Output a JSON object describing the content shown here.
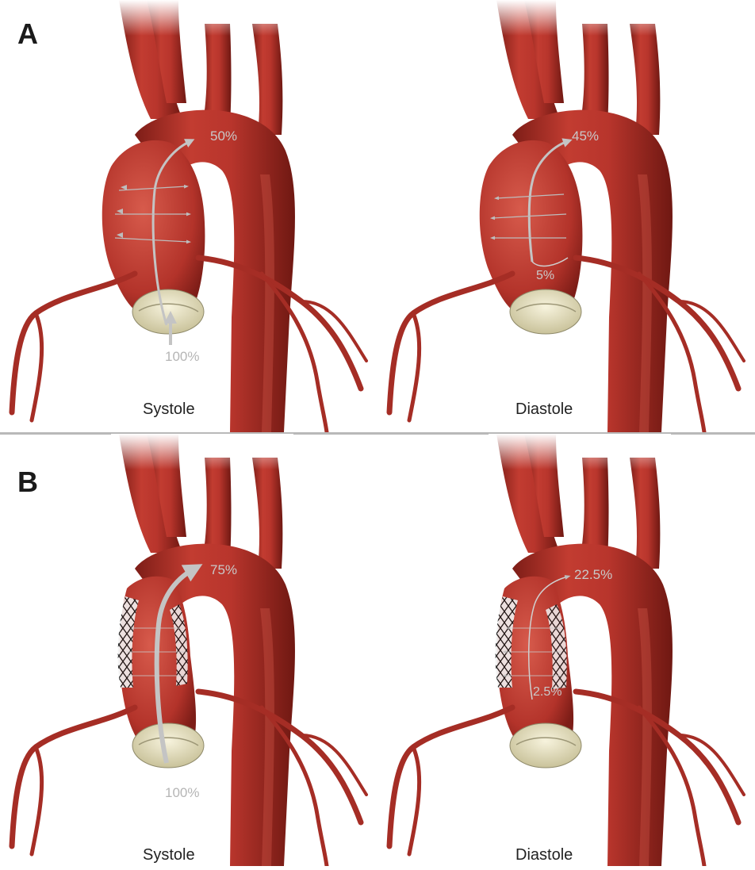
{
  "panels": [
    {
      "letter": "A",
      "left": {
        "phase": "Systole",
        "inflow": "100%",
        "outflow": "50%",
        "stent": false
      },
      "right": {
        "phase": "Diastole",
        "outflow": "45%",
        "coronary": "5%",
        "stent": false
      }
    },
    {
      "letter": "B",
      "left": {
        "phase": "Systole",
        "inflow": "100%",
        "outflow": "75%",
        "stent": true
      },
      "right": {
        "phase": "Diastole",
        "outflow": "22.5%",
        "coronary": "2.5%",
        "stent": true
      }
    }
  ],
  "colors": {
    "aorta": "#b8352c",
    "aorta_dark": "#7d1d17",
    "aorta_light": "#d75b4c",
    "valve": "#ece6c2",
    "arrow": "#c4c4c4",
    "divider": "#b9b9b9"
  }
}
